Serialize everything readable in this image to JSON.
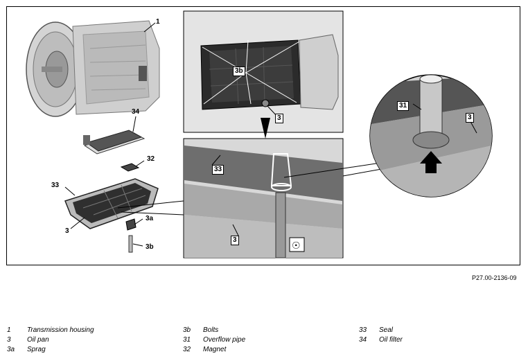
{
  "figure_ref": "P27.00-2136-09",
  "callouts": {
    "housing": "1",
    "filter": "34",
    "magnet": "32",
    "seal": "33",
    "sprag": "3a",
    "bolts_left": "3b",
    "pan_left": "3",
    "bolts_top": "3b",
    "pan_top": "3",
    "seal_detail": "33",
    "pan_detail": "3",
    "pipe_circle": "31",
    "pan_circle": "3"
  },
  "legend": [
    {
      "num": "1",
      "label": "Transmission housing"
    },
    {
      "num": "3",
      "label": "Oil pan"
    },
    {
      "num": "3a",
      "label": "Sprag"
    },
    {
      "num": "3b",
      "label": "Bolts"
    },
    {
      "num": "31",
      "label": "Overflow pipe"
    },
    {
      "num": "32",
      "label": "Magnet"
    },
    {
      "num": "33",
      "label": "Seal"
    },
    {
      "num": "34",
      "label": "Oil filter"
    }
  ],
  "colors": {
    "line": "#000000",
    "metal": "#c8c8c8",
    "dark": "#333333",
    "panel_bg": "#e2e2e2"
  }
}
